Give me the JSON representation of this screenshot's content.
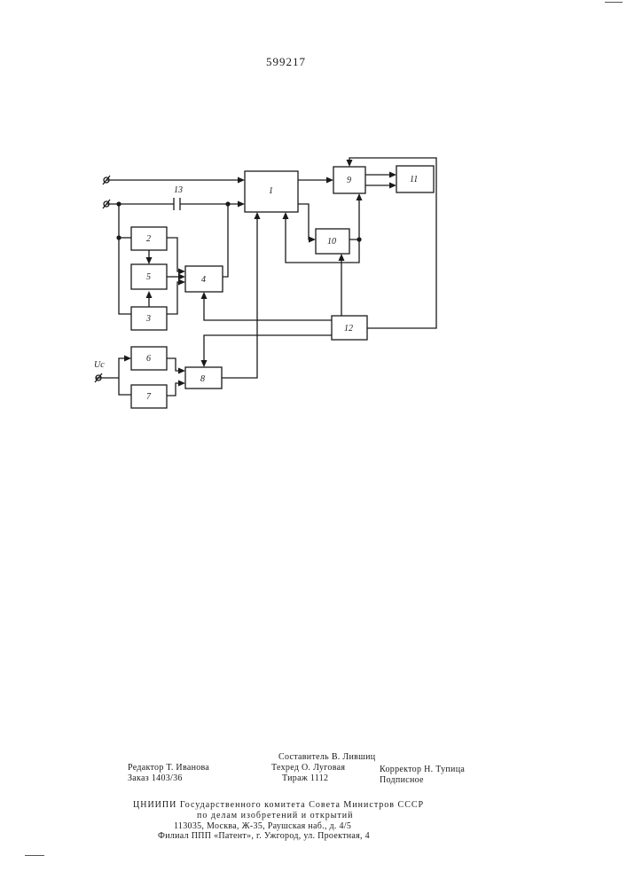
{
  "page_number": "599217",
  "blocks": {
    "b1": "1",
    "b2": "2",
    "b3": "3",
    "b4": "4",
    "b5": "5",
    "b6": "6",
    "b7": "7",
    "b8": "8",
    "b9": "9",
    "b10": "10",
    "b11": "11",
    "b12": "12"
  },
  "capacitor_label": "13",
  "input_label": "Uc",
  "imprint": {
    "compiler": "Составитель В. Лившиц",
    "editor": "Редактор Т. Иванова",
    "techred": "Техред О. Луговая",
    "corrector": "Корректор Н. Тупица",
    "order": "Заказ 1403/36",
    "circulation": "Тираж 1112",
    "subscription": "Подписное",
    "org_line1": "ЦНИИПИ Государственного комитета Совета Министров СССР",
    "org_line2": "по делам изобретений и открытий",
    "org_line3": "113035, Москва, Ж-35, Раушская наб., д. 4/5",
    "branch": "Филиал ППП «Патент», г. Ужгород, ул. Проектная, 4"
  }
}
